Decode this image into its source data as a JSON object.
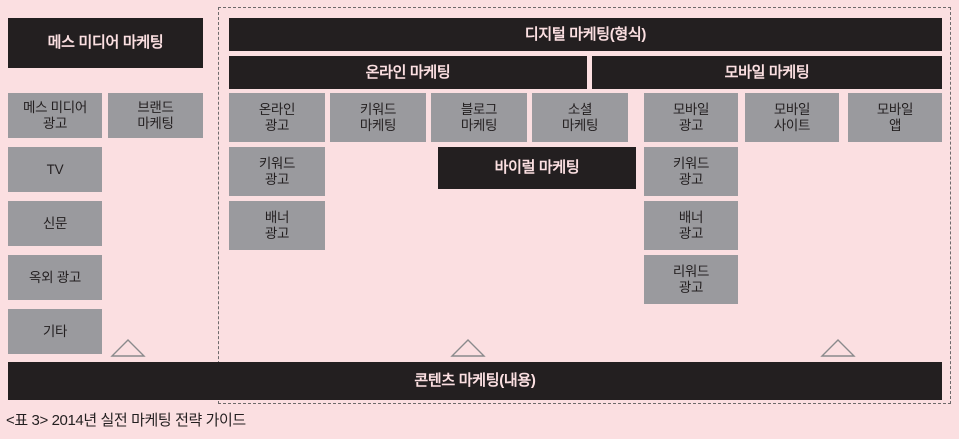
{
  "figure": {
    "caption": "<표 3> 2014년 실전 마케팅 전략 가이드",
    "background_color": "#fbdfe1",
    "dark_box_color": "#231f20",
    "gray_box_color": "#9a9a9e",
    "dark_text_color": "#fbdfe1",
    "gray_text_color": "#231f20",
    "dashed_border_color": "#6e6a6b"
  },
  "mass_media": {
    "header": "메스 미디어 마케팅",
    "columns": [
      {
        "items": [
          "메스 미디어\n광고",
          "TV",
          "신문",
          "옥외 광고",
          "기타"
        ]
      },
      {
        "items": [
          "브랜드\n마케팅"
        ]
      }
    ]
  },
  "digital": {
    "header": "디지털 마케팅(형식)",
    "groups": [
      {
        "header": "온라인 마케팅",
        "columns": [
          {
            "items": [
              "온라인\n광고",
              "키워드\n광고",
              "배너\n광고"
            ]
          },
          {
            "items": [
              "키워드\n마케팅"
            ]
          },
          {
            "items": [
              "블로그\n마케팅"
            ]
          },
          {
            "items": [
              "소셜\n마케팅"
            ]
          }
        ]
      },
      {
        "header": "모바일 마케팅",
        "columns": [
          {
            "items": [
              "모바일\n광고",
              "키워드\n광고",
              "배너\n광고",
              "리워드\n광고"
            ]
          },
          {
            "items": [
              "모바일\n사이트"
            ]
          },
          {
            "items": [
              "모바일\n앱"
            ]
          }
        ]
      }
    ],
    "viral": "바이럴 마케팅"
  },
  "content_marketing": {
    "label": "콘텐츠 마케팅(내용)"
  },
  "connectors": {
    "icon": "triangle-up-icon",
    "count": 3
  }
}
